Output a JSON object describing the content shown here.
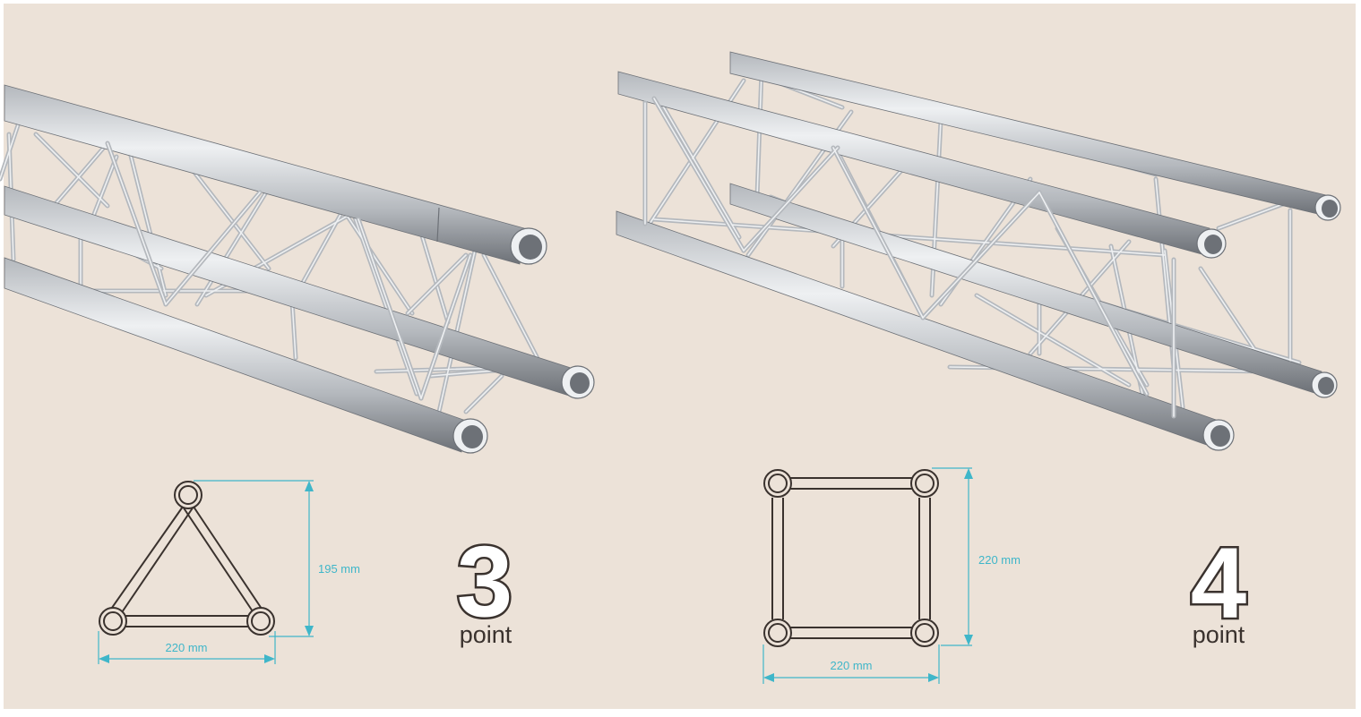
{
  "colors": {
    "background": "#ece2d8",
    "metal_light": "#eef0f2",
    "metal_mid": "#b4b8bd",
    "metal_dark": "#6d7177",
    "dimension_line": "#3fb6c9",
    "dimension_text": "#3fb6c9",
    "outline": "#3a322e",
    "label_text": "#3a322e"
  },
  "three_point": {
    "width_label": "220 mm",
    "height_label": "195 mm",
    "number": "3",
    "word": "point"
  },
  "four_point": {
    "width_label": "220 mm",
    "height_label": "220 mm",
    "number": "4",
    "word": "point"
  }
}
